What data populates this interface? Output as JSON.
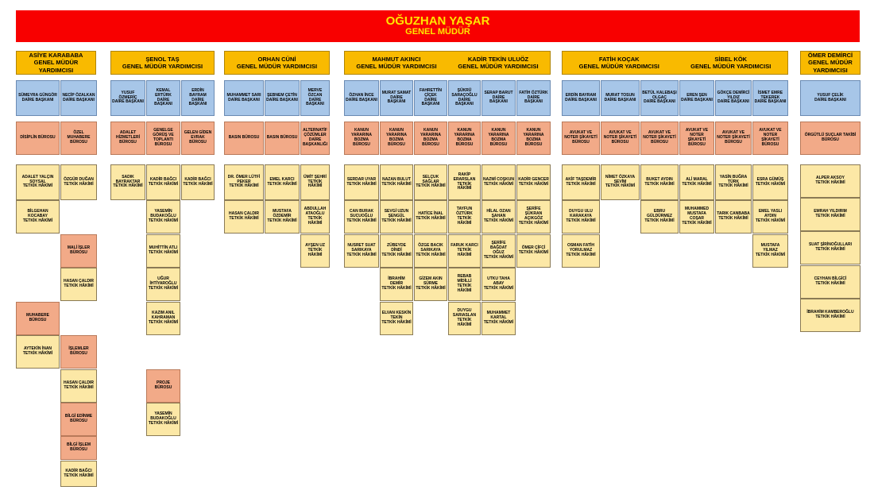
{
  "top": {
    "name": "OĞUZHAN YAŞAR",
    "title": "GENEL MÜDÜR"
  },
  "deputies": [
    "ASİYE KARABABA\nGENEL MÜDÜR YARDIMCISI",
    "ŞENOL TAŞ\nGENEL MÜDÜR YARDIMCISI",
    "ORHAN CÜNİ\nGENEL MÜDÜR YARDIMCISI",
    "MAHMUT AKINCI\nGENEL MÜDÜR YARDIMCISI",
    "KADİR TEKİN ULUÖZ\nGENEL MÜDÜR YARDIMCISI",
    "FATİH KOÇAK\nGENEL MÜDÜR YARDIMCISI",
    "SİBEL KÖK\nGENEL MÜDÜR YARDIMCISI",
    "ÖMER DEMİRCİ\nGENEL MÜDÜR\nYARDIMCISI"
  ],
  "heads": [
    "SÜMEYRA GÜNGÖR\nDAİRE BAŞKANI",
    "NECİP ÖZALKAN\nDAİRE BAŞKANI",
    "YUSUF ÖZMERİÇ\nDAİRE BAŞKANI",
    "KEMAL ERTÜRK\nDAİRE BAŞKANI",
    "ERDİN BAYRAM\nDAİRE BAŞKANI",
    "MUHAMMET SARI\nDAİRE BAŞKANI",
    "ŞEBNEM ÇETİN\nDAİRE BAŞKANI",
    "MERVE ÖZCAN\nDAİRE BAŞKANI",
    "ÖZHAN İNCE\nDAİRE BAŞKANI",
    "MURAT SAMAT\nDAİRE BAŞKANI",
    "FAHRETTİN\nÇİÇEK\nDAİRE BAŞKANI",
    "ŞÜKRÜ\nSARAÇOĞLU\nDAİRE BAŞKANI",
    "SERAP BARUT\nDAİRE BAŞKANI",
    "FATİH ÖZTÜRK\nDAİRE BAŞKANI",
    "ERDİN BAYRAM\nDAİRE BAŞKANI",
    "MURAT TOSUN\nDAİRE BAŞKANI",
    "BETÜL KALEBAŞI\nOLGAÇ\nDAİRE BAŞKANI",
    "EREN ŞEN\nDAİRE BAŞKANI",
    "GÖKÇE DEMİRCİ\nYILDIZ\nDAİRE BAŞKANI",
    "İSMET EMRE\nTEKEREK\nDAİRE BAŞKANI",
    "YUSUF ÇELİK\nDAİRE BAŞKANI"
  ],
  "bureaus": [
    "DİSİPLİN BÜROSU",
    "ÖZEL MUHABERE\nBÜROSU",
    "ADALET\nHİZMETLERİ\nBÜROSU",
    "GENELGE\nGÖRÜŞ VE\nTOPLANTI\nBÜROSU",
    "GELEN GİDEN\nEVRAK BÜROSU",
    "BASIN BÜROSU",
    "BASIN BÜROSU",
    "ALTERNATİF\nÇÖZÜMLER\nDAİRE\nBAŞKANLIĞI",
    "KANUN\nYARARINA\nBOZMA\nBÜROSU",
    "KANUN\nYARARINA\nBOZMA\nBÜROSU",
    "KANUN\nYARARINA\nBOZMA\nBÜROSU",
    "KANUN\nYARARINA\nBOZMA\nBÜROSU",
    "KANUN\nYARARINA\nBOZMA\nBÜROSU",
    "KANUN\nYARARINA\nBOZMA\nBÜROSU",
    "AVUKAT VE\nNOTER ŞİKAYETİ\nBÜROSU",
    "AVUKAT VE\nNOTER ŞİKAYETİ\nBÜROSU",
    "AVUKAT VE\nNOTER ŞİKAYETİ\nBÜROSU",
    "AVUKAT VE\nNOTER ŞİKAYETİ\nBÜROSU",
    "AVUKAT VE\nNOTER ŞİKAYETİ\nBÜROSU",
    "AVUKAT VE\nNOTER ŞİKAYETİ\nBÜROSU",
    "ÖRGÜTLÜ SUÇLAR TAKİBİ\nBÜROSU"
  ],
  "staff": [
    "ADALET YALÇIN\nSOYSAL\nTETKİK HÂKİMİ",
    "ÖZGÜR DUĞAN\nTETKİK HÂKİMİ",
    "BİLGEHAN KOCABAY\nTETKİK HÂKİMİ",
    "MALİ İŞLER BÜROSU",
    "HASAN ÇALDIR\nTETKİK HÂKİMİ",
    "MUHABERE\nBÜROSU",
    "AYTEKİN İNAN\nTETKİK HÂKİMİ",
    "İŞLEMLER BÜROSU",
    "HASAN ÇALDIR\nTETKİK HÂKİMİ",
    "BİLGİ EDİNME\nBÜROSU",
    "BİLGİ İŞLEM\nBÜROSU",
    "KADİR BAĞCI\nTETKİK HÂKİMİ",
    "SADIK\nBAYRAKTAR\nTETKİK HÂKİMİ",
    "KADİR BAĞCI\nTETKİK HÂKİMİ",
    "KADİR BAĞCI\nTETKİK HÂKİMİ",
    "YASEMİN\nBUDAKOĞLU\nTETKİK HÂKİMİ",
    "MUHİTTİN ATLI\nTETKİK HÂKİMİ",
    "UĞUR\nİHTİYAROĞLU\nTETKİK HÂKİMİ",
    "KAZIM ANIL\nKAHRAMAN\nTETKİK HÂKİMİ",
    "PROJE BÜROSU",
    "YASEMİN\nBUDAKOĞLU\nTETKİK HÂKİMİ",
    "DR. ÖMER LÜTFİ\nPEKER\nTETKİK HÂKİMİ",
    "EMEL KARCI\nTETKİK HÂKİMİ",
    "ÜMİT ŞEHRİ\nTETKİK HÂKİMİ",
    "HASAN ÇALDIR\nTETKİK HÂKİMİ",
    "MUSTAFA\nÖZDEMİR\nTETKİK HÂKİMİ",
    "ABDULLAH\nATAOĞLU\nTETKİK HÂKİMİ",
    "AYŞEN UZ\nTETKİK HÂKİMİ",
    "SERDAR UYAR\nTETKİK HÂKİMİ",
    "NAZAN BULUT\nTETKİK HÂKİMİ",
    "SELÇUK SAĞLAR\nTETKİK HÂKİMİ",
    "RAKİP\nERARSLAN\nTETKİK HÂKİMİ",
    "NAZMİ COŞKUN\nTETKİK HÂKİMİ",
    "KADİR GENCER\nTETKİK HÂKİMİ",
    "CAN BURAK\nSUCUOĞLU\nTETKİK HÂKİMİ",
    "SEVGİ UZUN\nŞENGÜL\nTETKİK HÂKİMİ",
    "HATİCE İNAL\nTETKİK HÂKİMİ",
    "TAYFUN\nÖZTÜRK\nTETKİK HÂKİMİ",
    "HİLAL OZAN\nŞAHAN\nTETKİK HÂKİMİ",
    "ŞERİFE ŞÜKRAN\nAÇIKGÖZ\nTETKİK HÂKİMİ",
    "NUSRET SUAT\nSARIKAYA\nTETKİK HÂKİMİ",
    "ZÜBEYDE DİNDİ\nTETKİK HÂKİMİ",
    "ÖZGE BACIK\nSARIKAYA\nTETKİK HÂKİMİ",
    "FARUK KARCI\nTETKİK HÂKİMİ",
    "ŞERİFE BAĞDAT\nOĞUZ\nTETKİK HÂKİMİ",
    "ÖMER ÇİFCİ\nTETKİK HÂKİMİ",
    "İBRAHİM DEMİR\nTETKİK HÂKİMİ",
    "GİZEM AKIN\nSÜRME\nTETKİK HÂKİMİ",
    "REBAB MİDİLLİ\nTETKİK HÂKİMİ",
    "UTKU TAHA\nABAY\nTETKİK HÂKİMİ",
    "ELVAN KESKİN\nTEKİN\nTETKİK HÂKİMİ",
    "DUYGU\nSARIASLAN\nTETKİK HÂKİMİ",
    "MUHAMMET\nKARTAL\nTETKİK HÂKİMİ",
    "AKİF TAŞDEMİR\nTETKİK HÂKİMİ",
    "NİMET ÖZKAYA\nSEVİM\nTETKİK HÂKİMİ",
    "BUKET AYDIN\nTETKİK HÂKİMİ",
    "ALİ MARAL\nTETKİK HÂKİMİ",
    "YASİN BUĞRA\nTÜRK\nTETKİK HÂKİMİ",
    "ESRA GÜMÜŞ\nTETKİK HÂKİMİ",
    "DUYGU ULU\nKARAKAYA\nTETKİK HÂKİMİ",
    "EBRU\nGÜLDÜRMEZ\nTETKİK HÂKİMİ",
    "MUHAMMED\nMUSTAFA COŞAR\nTETKİK HÂKİMİ",
    "TARIK CANBABA\nTETKİK HÂKİMİ",
    "EMEL YASLI AYDIN\nTETKİK HÂKİMİ",
    "OSMAN FATİH\nYORULMAZ\nTETKİK HÂKİMİ",
    "MUSTAFA YILMAZ\nTETKİK HÂKİMİ",
    "ALPER AKSOY\nTETKİK HÂKİMİ",
    "EMRAH YILDIRIM\nTETKİK HÂKİMİ",
    "SUAT ŞİRİNOĞULLARI\nTETKİK HÂKİMİ",
    "CEYHAN BİLGİCİ\nTETKİK HÂKİMİ",
    "İBRAHİM KAMBEROĞLU\nTETKİK HÂKİMİ"
  ],
  "colors": {
    "top_bg": "#f80000",
    "top_text": "#ffe600",
    "deputy": "#f9ba00",
    "head": "#a7c6e8",
    "bureau": "#f2aa88",
    "staff": "#fce8a6"
  }
}
